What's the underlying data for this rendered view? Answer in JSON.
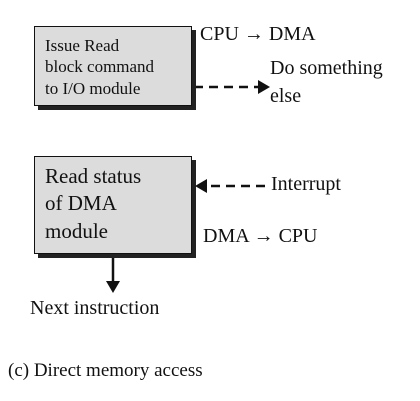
{
  "boxes": {
    "issue": {
      "lines": [
        "Issue Read",
        "block command",
        "to I/O module"
      ]
    },
    "status": {
      "lines": [
        "Read status",
        "of DMA",
        "module"
      ]
    }
  },
  "labels": {
    "cpu_to_dma": "CPU → DMA",
    "do_something": "Do something",
    "else": "else",
    "interrupt": "Interrupt",
    "dma_to_cpu": "DMA → CPU",
    "next_instruction": "Next instruction"
  },
  "caption": "(c) Direct memory access"
}
